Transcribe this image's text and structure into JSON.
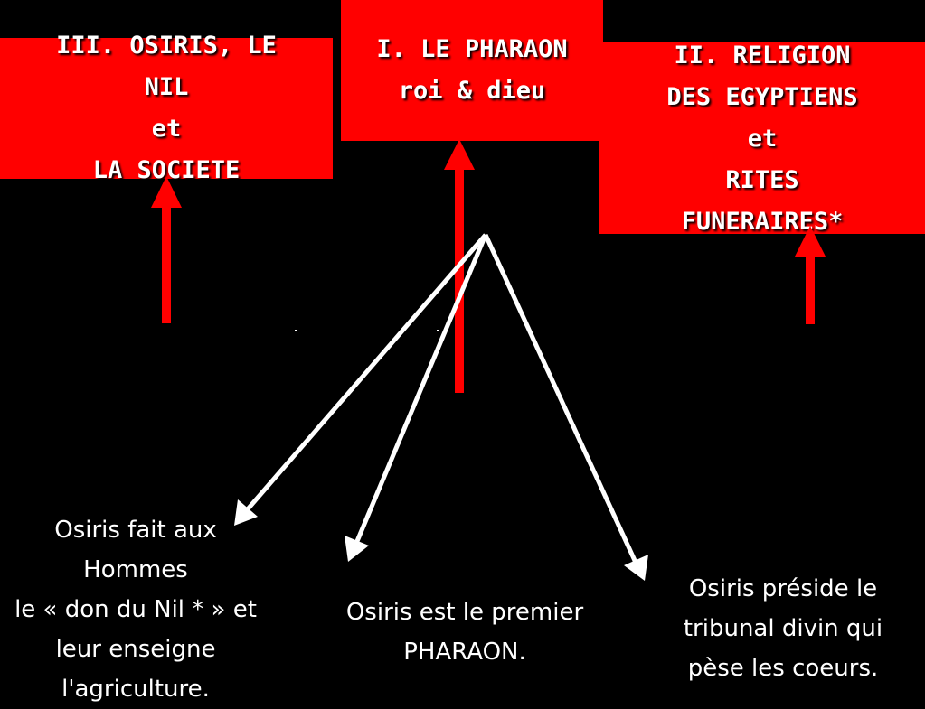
{
  "boxes": {
    "pharaoh": {
      "lines": [
        "I. LE PHARAON",
        "roi & dieu"
      ]
    },
    "religion": {
      "lines": [
        "II. RELIGION",
        "DES EGYPTIENS",
        "et",
        "RITES",
        "FUNERAIRES*"
      ]
    },
    "osiris_society": {
      "lines": [
        "III. OSIRIS, LE",
        "NIL",
        "et",
        "LA SOCIETE"
      ]
    }
  },
  "captions": {
    "left": {
      "lines": [
        "Osiris fait aux",
        "Hommes",
        "le « don du Nil * » et",
        "leur enseigne",
        "l'agriculture."
      ]
    },
    "middle": {
      "lines": [
        "Osiris est le premier",
        "PHARAON."
      ]
    },
    "right": {
      "lines": [
        "Osiris préside le",
        "tribunal divin qui",
        "pèse les coeurs."
      ]
    }
  },
  "colors": {
    "background": "#000000",
    "box": "#ff0000",
    "up_arrow": "#ff0000",
    "branch_arrow": "#ffffff",
    "text": "#ffffff"
  }
}
